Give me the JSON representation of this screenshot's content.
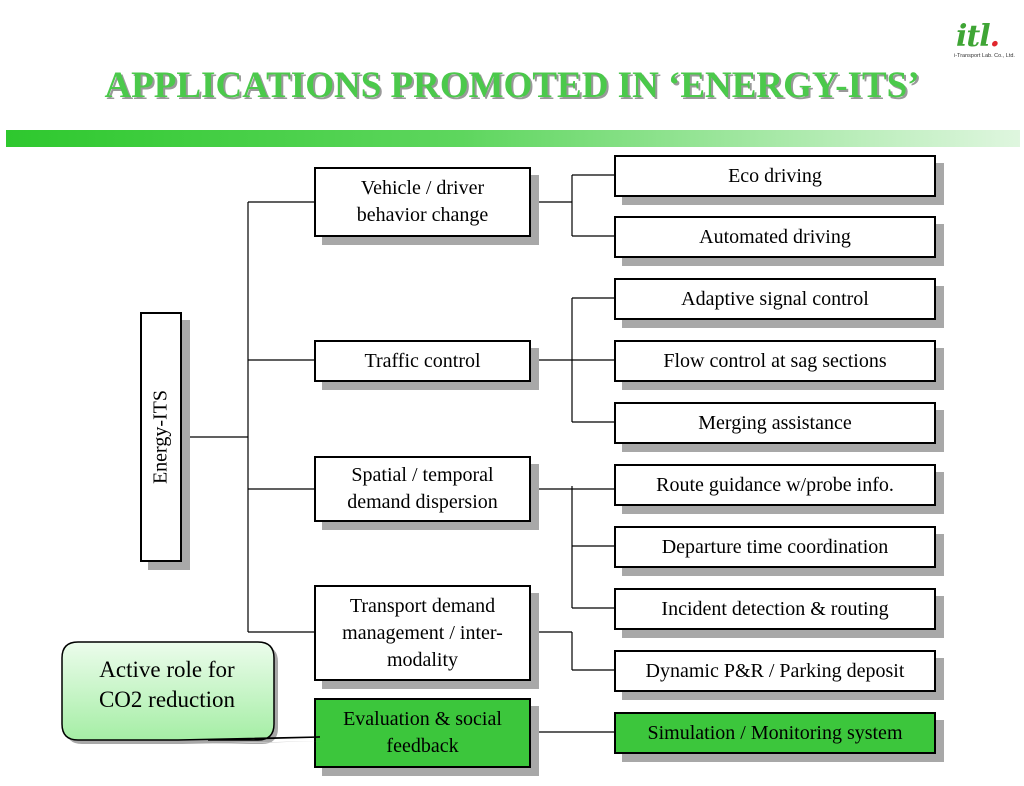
{
  "logo": {
    "main": "itl",
    "dot": ".",
    "sub": "i-Transport Lab. Co., Ltd."
  },
  "title": "APPLICATIONS PROMOTED IN ‘ENERGY-ITS’",
  "root": "Energy-ITS",
  "categories": [
    {
      "label": "Vehicle / driver\nbehavior change"
    },
    {
      "label": "Traffic control"
    },
    {
      "label": "Spatial / temporal\ndemand dispersion"
    },
    {
      "label": "Transport demand\nmanagement / inter-\nmodality"
    },
    {
      "label": "Evaluation & social\nfeedback"
    }
  ],
  "applications": [
    "Eco driving",
    "Automated driving",
    "Adaptive signal control",
    "Flow control at sag sections",
    "Merging assistance",
    "Route guidance w/probe info.",
    "Departure time coordination",
    "Incident detection & routing",
    "Dynamic P&R / Parking deposit",
    "Simulation / Monitoring system"
  ],
  "callout": "Active role for\nCO2 reduction",
  "colors": {
    "title": "#4bc94b",
    "highlight": "#3cc63c",
    "bar_start": "#2ec82e"
  }
}
